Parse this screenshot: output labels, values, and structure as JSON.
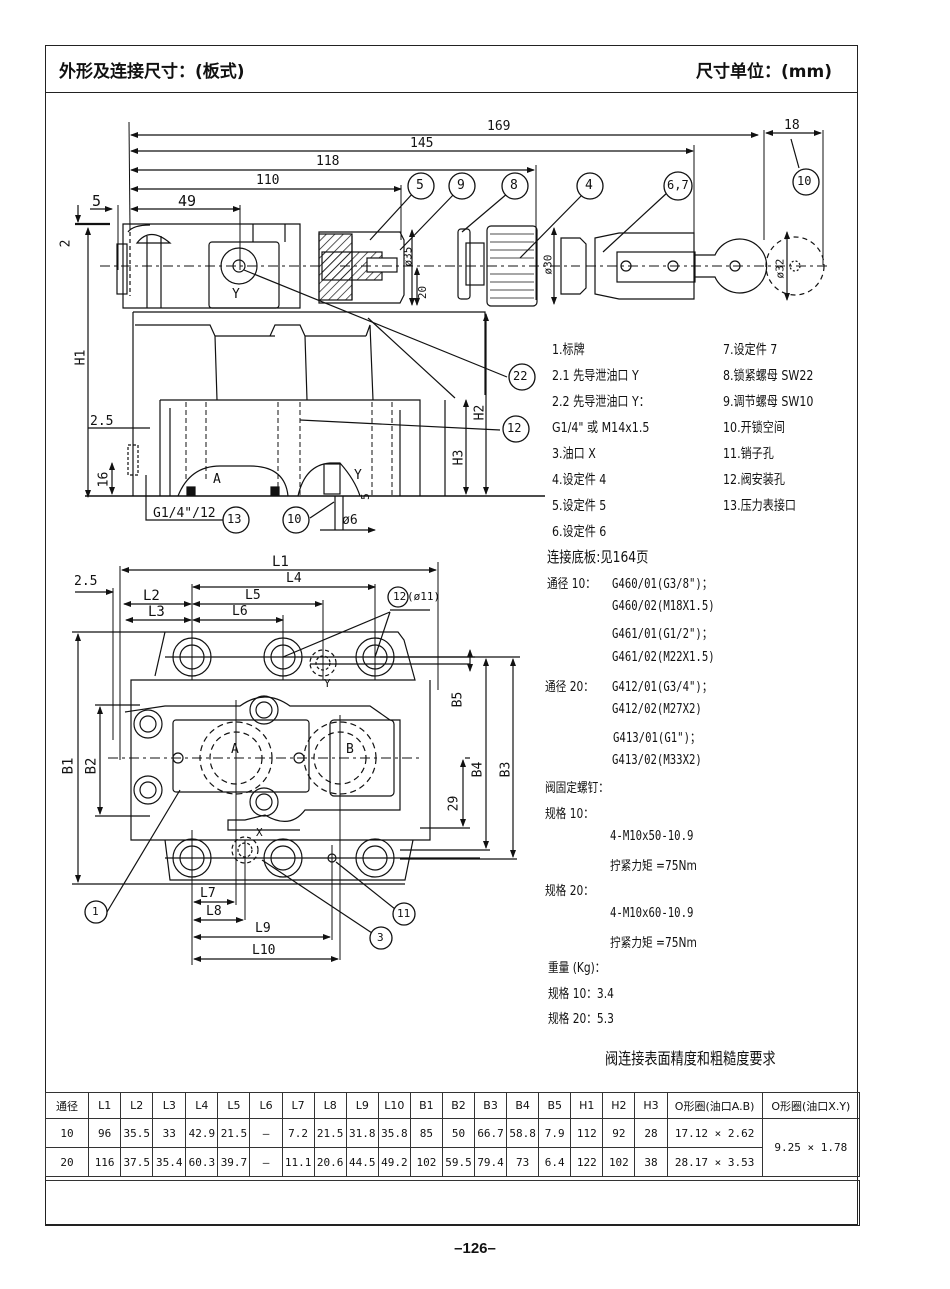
{
  "header": {
    "title": "外形及连接尺寸：(板式)",
    "unit": "尺寸单位：(mm)"
  },
  "side_view": {
    "dims": {
      "d169": "169",
      "d145": "145",
      "d118": "118",
      "d110": "110",
      "d49": "49",
      "d5": "5",
      "d2": "2",
      "d18": "18",
      "d35": "ø35",
      "d20": "20",
      "d30": "ø30",
      "d32": "ø32",
      "h1": "H1",
      "h2": "H2",
      "h3": "H3",
      "d2_5": "2.5",
      "d16": "16",
      "d6": "ø6",
      "d5b": "5",
      "port_a": "A",
      "port_y": "Y",
      "port_y2": "Y",
      "thread": "G1/4\"/12"
    },
    "callouts": [
      "5",
      "9",
      "8",
      "4",
      "6,7",
      "10",
      "22",
      "12",
      "13",
      "10"
    ]
  },
  "top_view": {
    "dims": {
      "l1": "L1",
      "l2": "L2",
      "l3": "L3",
      "l4": "L4",
      "l5": "L5",
      "l6": "L6",
      "l7": "L7",
      "l8": "L8",
      "l9": "L9",
      "l10": "L10",
      "d2_5": "2.5",
      "b1": "B1",
      "b2": "B2",
      "b3": "B3",
      "b4": "B4",
      "b5": "B5",
      "d29": "29",
      "port_a": "A",
      "port_b": "B",
      "port_y": "Y",
      "port_x": "X",
      "hole": "(ø11)"
    },
    "callouts": [
      "12",
      "1",
      "3",
      "11"
    ]
  },
  "legend": {
    "left": [
      "1.标牌",
      "2.1 先导泄油口 Y",
      "2.2 先导泄油口 Y：",
      "G1/4\" 或 M14x1.5",
      "3.油口 X",
      "4.设定件 4",
      "5.设定件 5",
      "6.设定件 6"
    ],
    "right": [
      "7.设定件 7",
      "8.锁紧螺母 SW22",
      "9.调节螺母 SW10",
      "10.开锁空间",
      "11.销子孔",
      "12.阀安装孔",
      "13.压力表接口"
    ]
  },
  "notes": {
    "subplate_title": "连接底板:见164页",
    "size10_label": "通径 10：",
    "size10_items": [
      "G460/01(G3/8\")；",
      "G460/02(M18X1.5)",
      "G461/01(G1/2\")；",
      "G461/02(M22X1.5)"
    ],
    "size20_label": "通径 20：",
    "size20_items": [
      "G412/01(G3/4\")；",
      "G412/02(M27X2)",
      "G413/01(G1\")；",
      "G413/02(M33X2)"
    ],
    "screws_title": "阀固定螺钉：",
    "spec10_label": "规格 10：",
    "spec10_screw": "4-M10x50-10.9",
    "spec10_torque": "拧紧力矩 =75Nm",
    "spec20_label": "规格 20：",
    "spec20_screw": "4-M10x60-10.9",
    "spec20_torque": "拧紧力矩 =75Nm",
    "weight_title": "重量 (Kg)：",
    "weight10": "规格 10：3.4",
    "weight20": "规格 20：5.3",
    "surface_req": "阀连接表面精度和粗糙度要求"
  },
  "table": {
    "headers": [
      "通径",
      "L1",
      "L2",
      "L3",
      "L4",
      "L5",
      "L6",
      "L7",
      "L8",
      "L9",
      "L10",
      "B1",
      "B2",
      "B3",
      "B4",
      "B5",
      "H1",
      "H2",
      "H3",
      "O形圈(油口A.B)",
      "O形圈(油口X.Y)"
    ],
    "rows": [
      [
        "10",
        "96",
        "35.5",
        "33",
        "42.9",
        "21.5",
        "–",
        "7.2",
        "21.5",
        "31.8",
        "35.8",
        "85",
        "50",
        "66.7",
        "58.8",
        "7.9",
        "112",
        "92",
        "28",
        "17.12 × 2.62"
      ],
      [
        "20",
        "116",
        "37.5",
        "35.4",
        "60.3",
        "39.7",
        "–",
        "11.1",
        "20.6",
        "44.5",
        "49.2",
        "102",
        "59.5",
        "79.4",
        "73",
        "6.4",
        "122",
        "102",
        "38",
        "28.17 × 3.53"
      ]
    ],
    "oring_xy": "9.25 × 1.78"
  },
  "footer": {
    "page_number": "–126–"
  }
}
